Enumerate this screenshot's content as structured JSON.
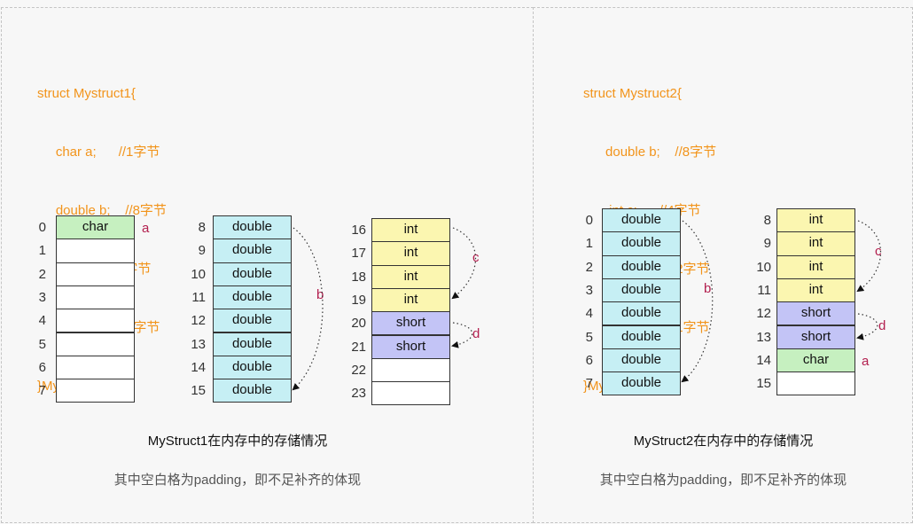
{
  "left": {
    "code": [
      "struct Mystruct1{",
      "     char a;      //1字节",
      "     double b;    //8字节",
      "     int c;       //4字节",
      "     short d;     //2字节",
      "}Mystruct1;"
    ],
    "caption": "MyStruct1在内存中的存储情况",
    "note": "其中空白格为padding，即不足补齐的体现",
    "columns": [
      {
        "indices": [
          "0",
          "1",
          "2",
          "3",
          "4",
          "5",
          "6",
          "7"
        ],
        "cells": [
          "char",
          "",
          "",
          "",
          "",
          "",
          "",
          ""
        ],
        "label": "a"
      },
      {
        "indices": [
          "8",
          "9",
          "10",
          "11",
          "12",
          "13",
          "14",
          "15"
        ],
        "cells": [
          "double",
          "double",
          "double",
          "double",
          "double",
          "double",
          "double",
          "double"
        ],
        "label": "b"
      },
      {
        "indices": [
          "16",
          "17",
          "18",
          "19",
          "20",
          "21",
          "22",
          "23"
        ],
        "cells": [
          "int",
          "int",
          "int",
          "int",
          "short",
          "short",
          "",
          ""
        ],
        "labels": [
          "c",
          "d"
        ]
      }
    ]
  },
  "right": {
    "code": [
      "struct Mystruct2{",
      "      double b;    //8字节",
      "       int c;      //4字节",
      "       short d;    //2字节",
      "       char a;     //1字节",
      "}Mystruct2;"
    ],
    "caption": "MyStruct2在内存中的存储情况",
    "note": "其中空白格为padding，即不足补齐的体现",
    "columns": [
      {
        "indices": [
          "0",
          "1",
          "2",
          "3",
          "4",
          "5",
          "6",
          "7"
        ],
        "cells": [
          "double",
          "double",
          "double",
          "double",
          "double",
          "double",
          "double",
          "double"
        ],
        "label": "b"
      },
      {
        "indices": [
          "8",
          "9",
          "10",
          "11",
          "12",
          "13",
          "14",
          "15"
        ],
        "cells": [
          "int",
          "int",
          "int",
          "int",
          "short",
          "short",
          "char",
          ""
        ],
        "labels": [
          "c",
          "d",
          "a"
        ]
      }
    ]
  },
  "colors": {
    "char": "#c6f0c0",
    "double": "#c6eff4",
    "int": "#fbf6b0",
    "short": "#c3c4f6",
    "padding": "#ffffff",
    "code": "#f2941b",
    "member_label": "#b3204f"
  }
}
